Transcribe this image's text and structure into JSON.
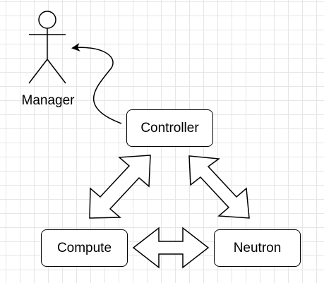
{
  "actor": {
    "label": "Manager",
    "icon": "stick-figure-icon"
  },
  "nodes": {
    "controller": "Controller",
    "compute": "Compute",
    "neutron": "Neutron"
  },
  "connections": [
    {
      "from": "Controller",
      "to": "Manager",
      "style": "curved-arrow"
    },
    {
      "from": "Controller",
      "to": "Compute",
      "style": "double-arrow"
    },
    {
      "from": "Controller",
      "to": "Neutron",
      "style": "double-arrow"
    },
    {
      "from": "Compute",
      "to": "Neutron",
      "style": "double-arrow"
    }
  ],
  "colors": {
    "stroke": "#000000",
    "fill": "#ffffff",
    "grid": "#e6e6e6"
  }
}
